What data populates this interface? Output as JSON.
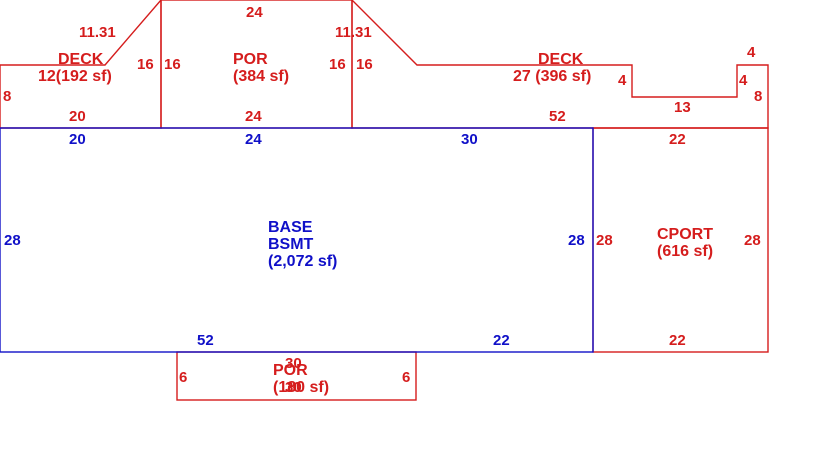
{
  "colors": {
    "red": "#d51d1d",
    "blue": "#1010c8"
  },
  "areas": {
    "deck_left": {
      "name": "DECK",
      "area": "12(192 sf)"
    },
    "por_top": {
      "name": "POR",
      "area": "(384 sf)"
    },
    "deck_right": {
      "name": "DECK",
      "area": "27 (396 sf)"
    },
    "base": {
      "name": "BASE",
      "sub": "BSMT",
      "area": "(2,072 sf)"
    },
    "cport": {
      "name": "CPORT",
      "area": "(616 sf)"
    },
    "por_bottom": {
      "name": "POR",
      "area": "(180 sf)"
    }
  },
  "dims": {
    "deck_left_diag": "11.31",
    "deck_left_top_inner": "16",
    "deck_left_left": "8",
    "deck_left_bottom": "20",
    "por_top_top": "24",
    "por_top_left": "16",
    "por_top_right": "16",
    "por_top_bottom": "24",
    "deck_right_diag": "11.31",
    "deck_right_left": "16",
    "deck_right_step_outer": "4",
    "deck_right_step_bottom": "13",
    "deck_right_step_inner": "4",
    "deck_right_top_right": "4",
    "deck_right_right": "8",
    "deck_right_bottom": "52",
    "base_top_left": "20",
    "base_top_mid": "24",
    "base_top_right": "30",
    "base_left": "28",
    "base_right": "28",
    "base_bottom_left": "52",
    "base_bottom_right": "22",
    "cport_top": "22",
    "cport_left": "28",
    "cport_right": "28",
    "cport_bottom": "22",
    "por_bottom_top": "30",
    "por_bottom_bottom": "30",
    "por_bottom_left": "6",
    "por_bottom_right": "6"
  }
}
